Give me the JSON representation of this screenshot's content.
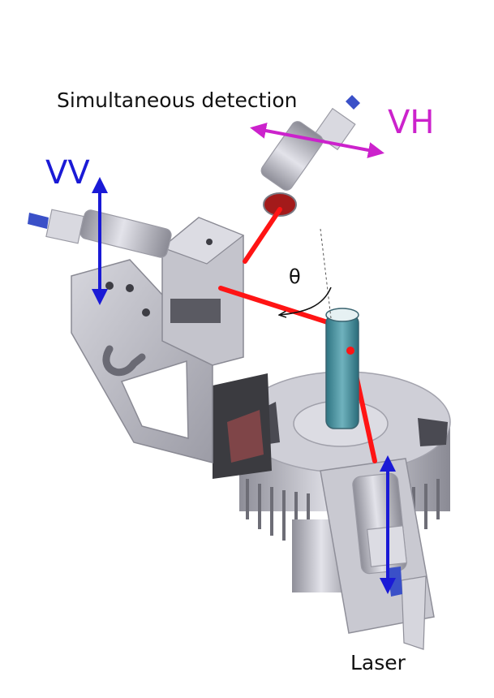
{
  "labels": {
    "detection": "Simultaneous detection",
    "vv": "VV",
    "vh": "VH",
    "angle": "θ",
    "laser": "Laser"
  },
  "colors": {
    "vv": "#1a1ad6",
    "vh": "#cc22cc",
    "beam": "#ff1414",
    "metal": "#b9b9c2",
    "connector": "#3a50c8",
    "sample": "#3e8f9e"
  }
}
